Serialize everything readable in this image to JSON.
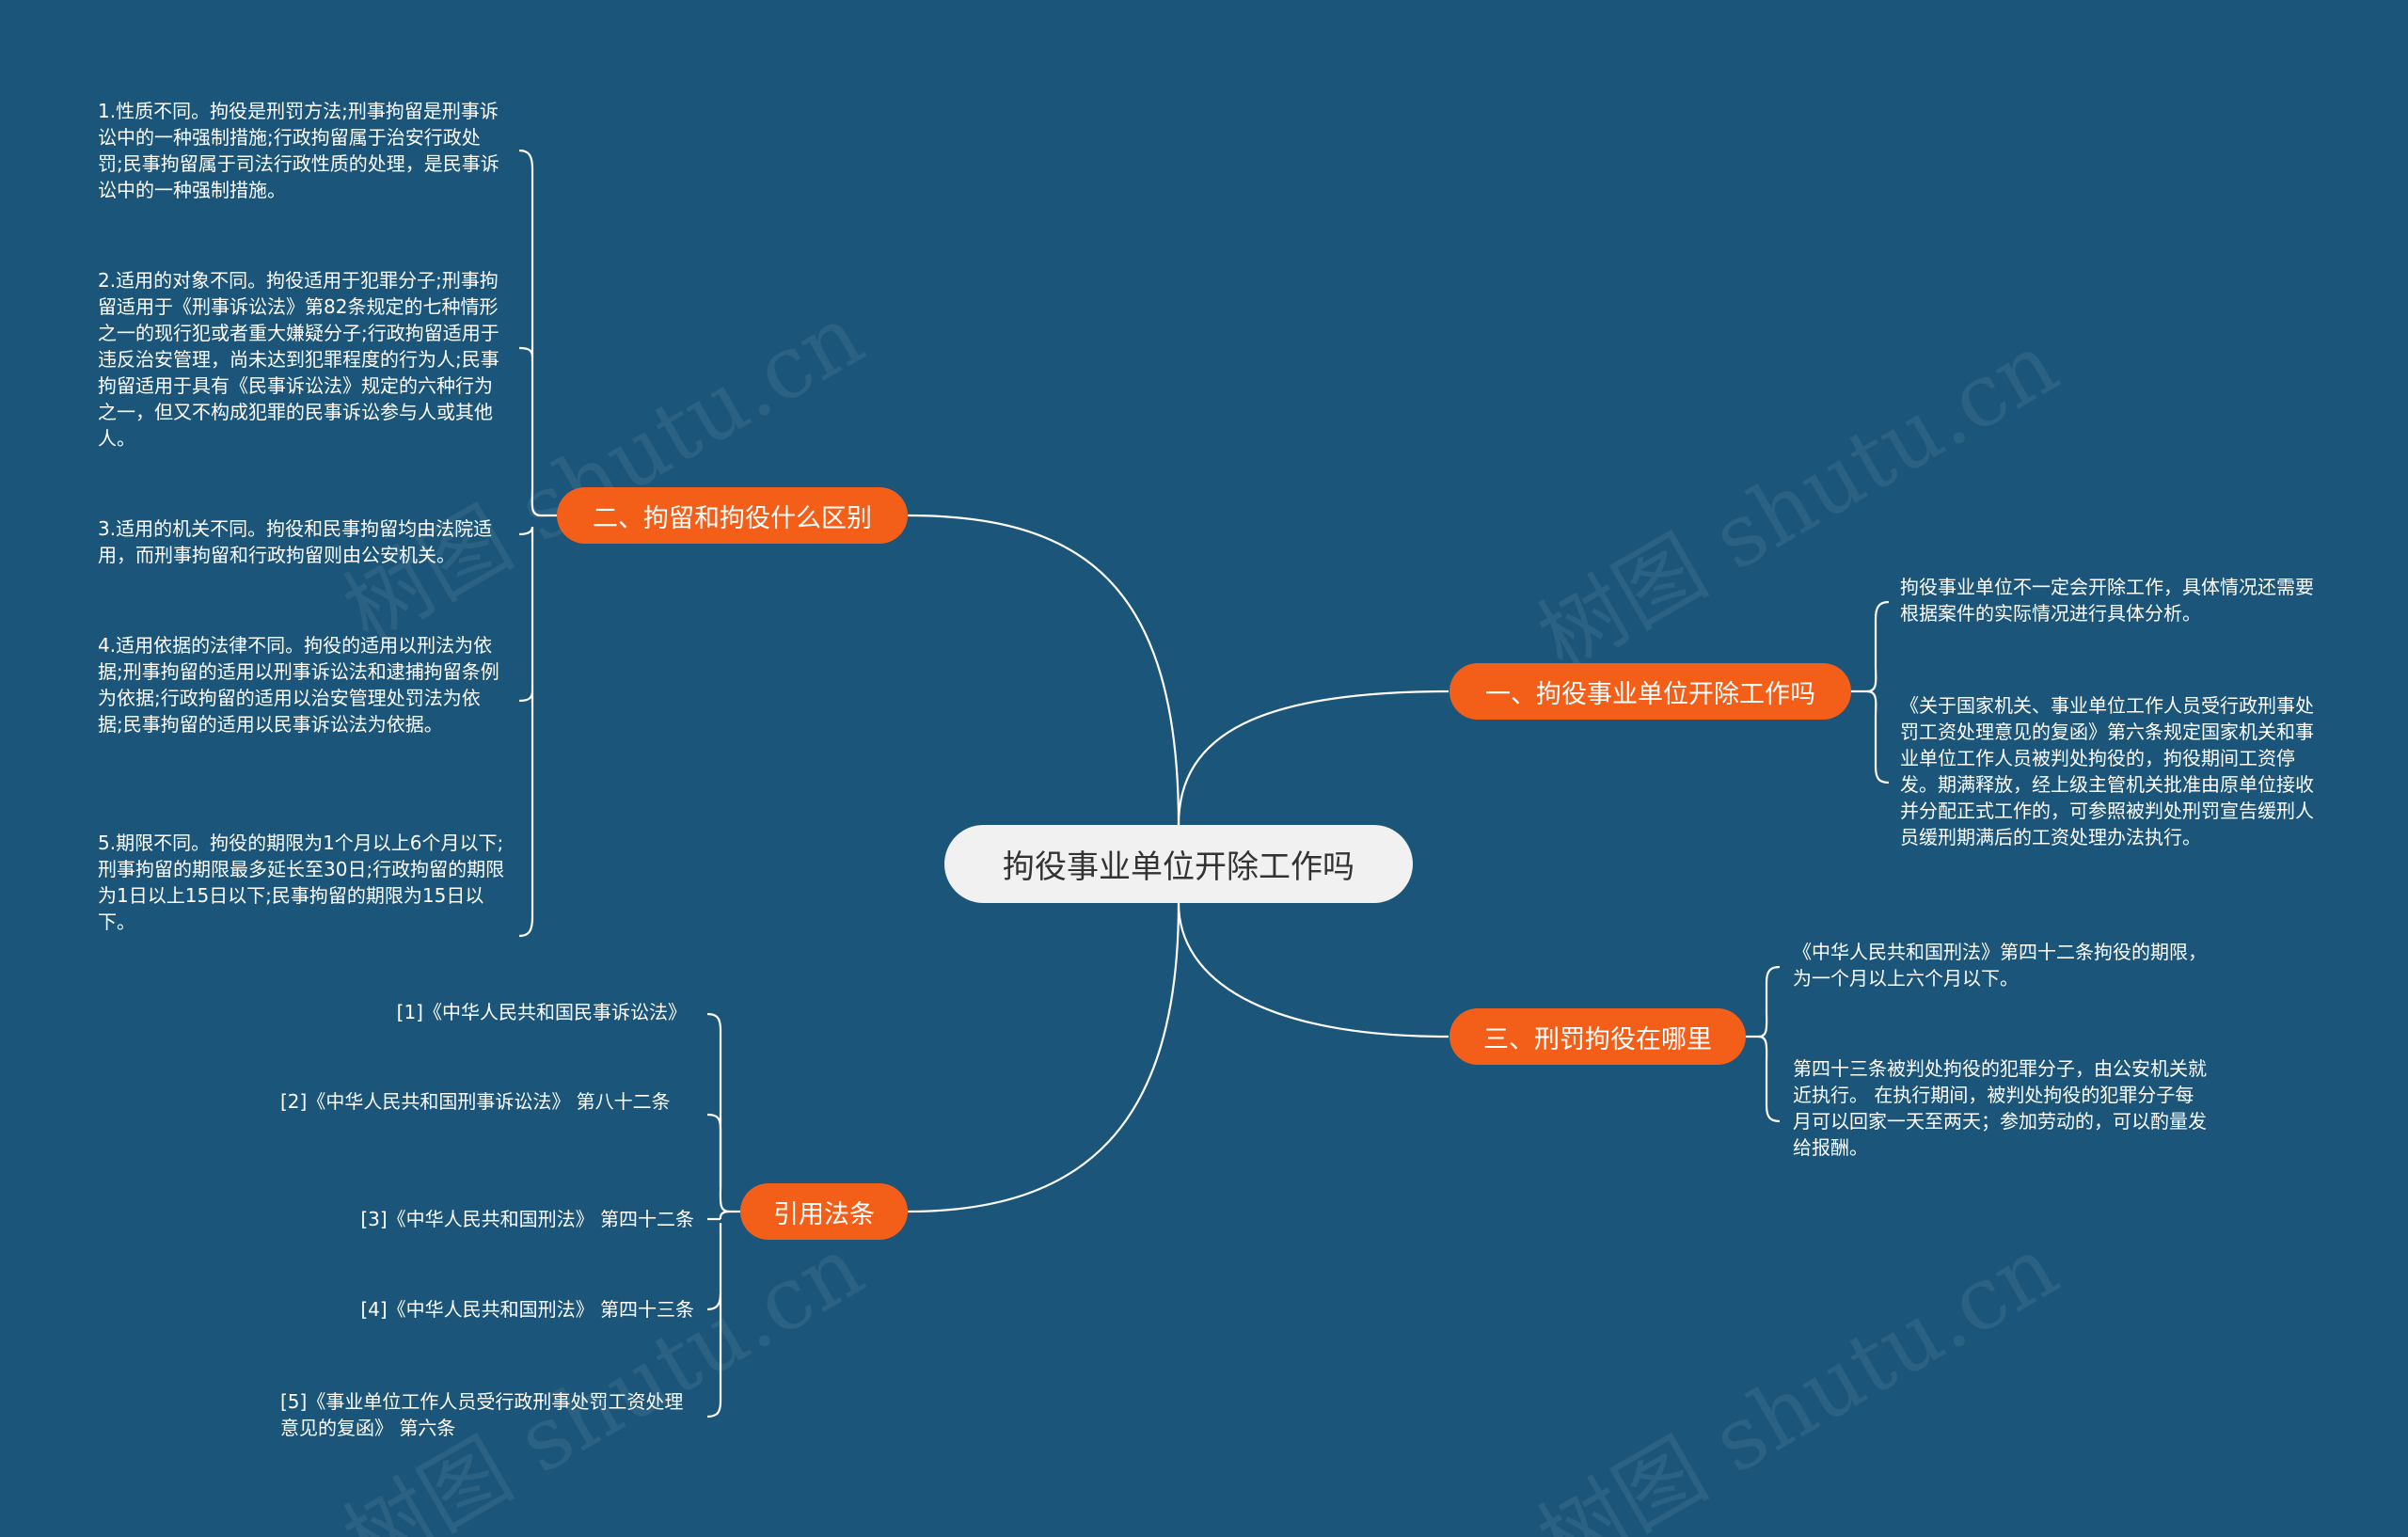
{
  "root": {
    "label": "拘役事业单位开除工作吗"
  },
  "branches": {
    "b1": {
      "label": "一、拘役事业单位开除工作吗",
      "leaves": [
        "拘役事业单位不一定会开除工作，具体情况还需要根据案件的实际情况进行具体分析。",
        "《关于国家机关、事业单位工作人员受行政刑事处罚工资处理意见的复函》第六条规定国家机关和事业单位工作人员被判处拘役的，拘役期间工资停发。期满释放，经上级主管机关批准由原单位接收并分配正式工作的，可参照被判处刑罚宣告缓刑人员缓刑期满后的工资处理办法执行。"
      ]
    },
    "b2": {
      "label": "二、拘留和拘役什么区别",
      "leaves": [
        "1.性质不同。拘役是刑罚方法;刑事拘留是刑事诉讼中的一种强制措施;行政拘留属于治安行政处罚;民事拘留属于司法行政性质的处理，是民事诉讼中的一种强制措施。",
        "2.适用的对象不同。拘役适用于犯罪分子;刑事拘留适用于《刑事诉讼法》第82条规定的七种情形之一的现行犯或者重大嫌疑分子;行政拘留适用于违反治安管理，尚未达到犯罪程度的行为人;民事拘留适用于具有《民事诉讼法》规定的六种行为之一，但又不构成犯罪的民事诉讼参与人或其他人。",
        "3.适用的机关不同。拘役和民事拘留均由法院适用，而刑事拘留和行政拘留则由公安机关。",
        "4.适用依据的法律不同。拘役的适用以刑法为依据;刑事拘留的适用以刑事诉讼法和逮捕拘留条例为依据;行政拘留的适用以治安管理处罚法为依据;民事拘留的适用以民事诉讼法为依据。",
        "5.期限不同。拘役的期限为1个月以上6个月以下;刑事拘留的期限最多延长至30日;行政拘留的期限为1日以上15日以下;民事拘留的期限为15日以下。"
      ]
    },
    "b3": {
      "label": "三、刑罚拘役在哪里",
      "leaves": [
        "《中华人民共和国刑法》第四十二条拘役的期限，为一个月以上六个月以下。",
        "第四十三条被判处拘役的犯罪分子，由公安机关就近执行。 在执行期间，被判处拘役的犯罪分子每月可以回家一天至两天；参加劳动的，可以酌量发给报酬。"
      ]
    },
    "b4": {
      "label": "引用法条",
      "leaves": [
        "[1]《中华人民共和国民事诉讼法》",
        "[2]《中华人民共和国刑事诉讼法》 第八十二条",
        "[3]《中华人民共和国刑法》 第四十二条",
        "[4]《中华人民共和国刑法》 第四十三条",
        "[5]《事业单位工作人员受行政刑事处罚工资处理意见的复函》 第六条"
      ]
    }
  },
  "watermarks": [
    "树图 shutu.cn",
    "树图 shutu.cn",
    "树图 shutu.cn",
    "树图 shutu.cn"
  ],
  "colors": {
    "background": "#1b5579",
    "branch": "#f35e19",
    "root": "#f1f1f1",
    "line": "#ffffff"
  }
}
